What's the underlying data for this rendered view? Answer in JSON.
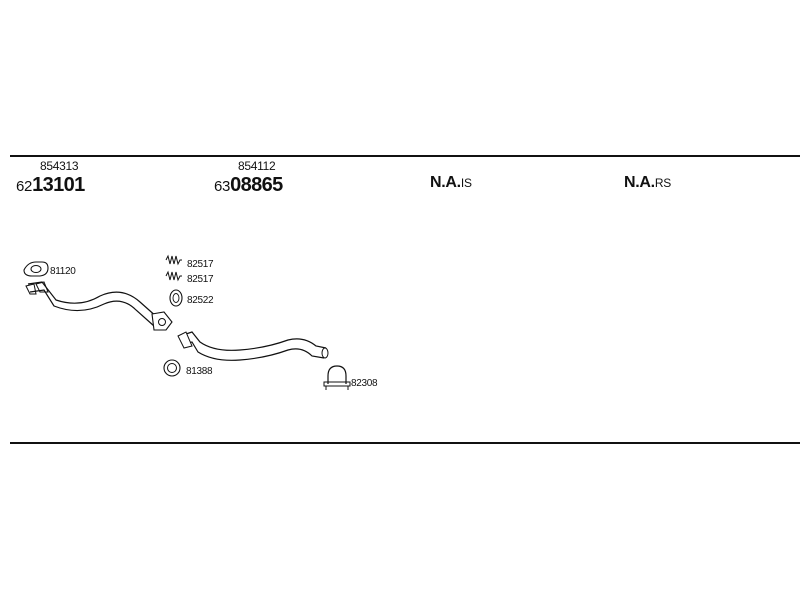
{
  "sections": [
    {
      "ref": "854313",
      "prefix": "62",
      "main": "13101"
    },
    {
      "ref": "854112",
      "prefix": "63",
      "main": "08865"
    }
  ],
  "na_columns": [
    {
      "main": "N.A.",
      "suffix": "IS"
    },
    {
      "main": "N.A.",
      "suffix": "RS"
    }
  ],
  "parts": {
    "gasket_front": "81120",
    "spring_1": "82517",
    "spring_2": "82517",
    "gasket_ring": "82522",
    "mount_ring": "81388",
    "clamp": "82308"
  }
}
